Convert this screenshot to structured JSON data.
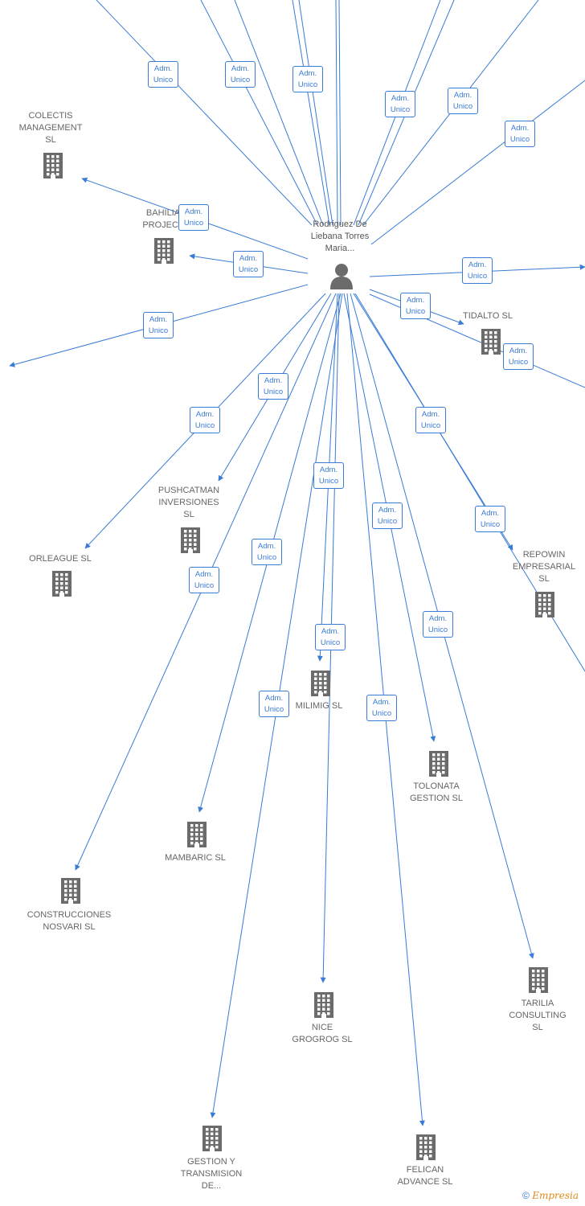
{
  "center": {
    "name": "Rodriguez De Liebana Torres Maria..."
  },
  "relation_label": "Adm. Unico",
  "companies": [
    "COLECTIS MANAGEMENT SL",
    "BAHILIA PROJECT",
    "TIDALTO SL",
    "PUSHCATMAN INVERSIONES SL",
    "ORLEAGUE SL",
    "REPOWIN EMPRESARIAL SL",
    "MILIMIG SL",
    "TOLONATA GESTION SL",
    "MAMBARIC SL",
    "CONSTRUCCIONES NOSVARI SL",
    "TARILIA CONSULTING SL",
    "NICE GROGROG SL",
    "GESTION Y TRANSMISION DE...",
    "FELICAN ADVANCE SL"
  ],
  "footer": {
    "copyright": "©",
    "brand": "Empresia"
  },
  "colors": {
    "edge": "#3a7bd5",
    "node": "#6b6b6b",
    "text": "#666666"
  }
}
